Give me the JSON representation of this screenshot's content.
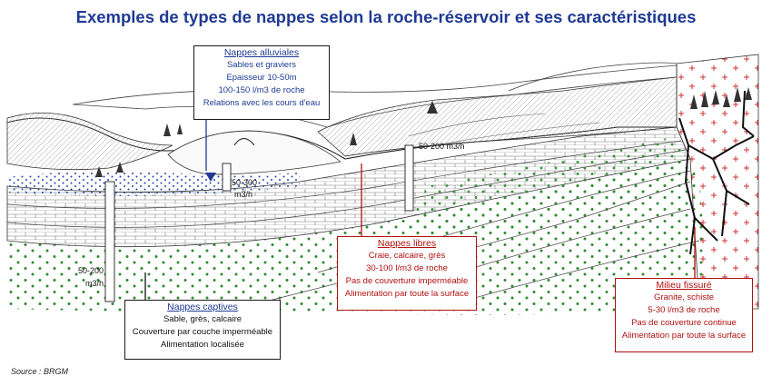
{
  "title": "Exemples de types de nappes selon la roche-réservoir et ses caractéristiques",
  "source": "Source : BRGM",
  "colors": {
    "title": "#1f3a93",
    "red": "#b01010",
    "green": "#2e8b2e",
    "blue": "#1f3a93"
  },
  "boxes": {
    "alluviales": {
      "heading": "Nappes alluviales",
      "lines": [
        "Sables et graviers",
        "Epaisseur 10-50m",
        "100-150 l/m3 de roche",
        "Relations avec les cours d'eau"
      ]
    },
    "libres": {
      "heading": "Nappes libres",
      "lines": [
        "Craie, calcaire, grès",
        "30-100 l/m3 de roche",
        "Pas de couverture imperméable",
        "Alimentation par toute la surface"
      ]
    },
    "captives": {
      "heading": "Nappes captives",
      "lines": [
        "Sable, grès, calcaire",
        "Couverture par couche imperméable",
        "Alimentation localisée"
      ]
    },
    "fissure": {
      "heading": "Milieu fissuré",
      "lines": [
        "Granite, schiste",
        "5-30 l/m3 de roche",
        "Pas de couverture continue",
        "Alimentation par toute la surface"
      ]
    }
  },
  "well_labels": {
    "w1_value": "50-300",
    "w1_unit": "m3/h",
    "w2": "50-200 m3/h",
    "w3_value": "50-200",
    "w3_unit": "m3/h"
  }
}
